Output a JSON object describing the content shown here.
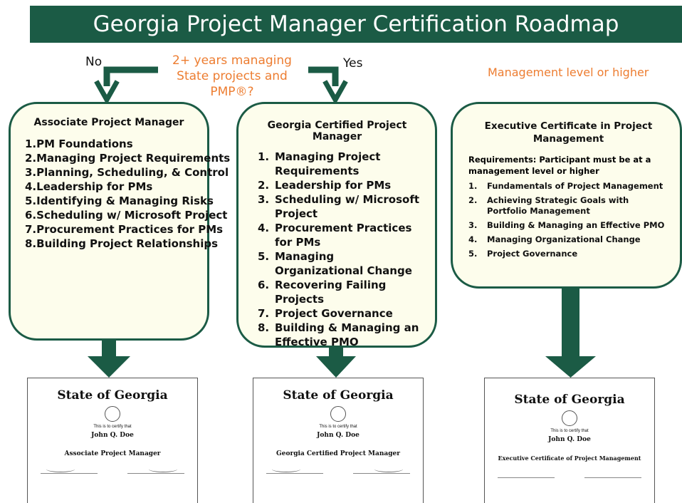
{
  "banner": {
    "title": "Georgia Project Manager Certification Roadmap"
  },
  "decision": {
    "question": "2+ years managing State projects and PMP®?",
    "no_label": "No",
    "yes_label": "Yes",
    "management_label": "Management level or higher"
  },
  "colors": {
    "green": "#1b5b45",
    "orange": "#ed7d31",
    "cream": "#fdfdec"
  },
  "boxes": [
    {
      "title": "Associate Project Manager",
      "items": [
        "1.PM Foundations",
        "2.Managing Project Requirements",
        "3.Planning, Scheduling, & Control",
        "4.Leadership for PMs",
        "5.Identifying & Managing Risks",
        "6.Scheduling w/ Microsoft Project",
        "7.Procurement Practices for PMs",
        "8.Building Project Relationships"
      ]
    },
    {
      "title": "Georgia Certified Project Manager",
      "items": [
        {
          "num": "1.",
          "text": "Managing Project Requirements"
        },
        {
          "num": "2.",
          "text": "Leadership for PMs"
        },
        {
          "num": "3.",
          "text": "Scheduling w/ Microsoft Project"
        },
        {
          "num": "4.",
          "text": "Procurement Practices for PMs"
        },
        {
          "num": "5.",
          "text": "Managing Organizational Change"
        },
        {
          "num": "6.",
          "text": "Recovering Failing Projects"
        },
        {
          "num": "7.",
          "text": "Project Governance"
        },
        {
          "num": "8.",
          "text": "Building & Managing an Effective PMO"
        }
      ]
    },
    {
      "title": "Executive Certificate in Project Management",
      "requirements": "Requirements: Participant must be at a management level or higher",
      "items": [
        {
          "num": "1.",
          "text": "Fundamentals of Project Management"
        },
        {
          "num": "2.",
          "text": "Achieving Strategic Goals with Portfolio Management"
        },
        {
          "num": "3.",
          "text": "Building & Managing an Effective PMO"
        },
        {
          "num": "4.",
          "text": "Managing Organizational Change"
        },
        {
          "num": "5.",
          "text": "Project Governance"
        }
      ]
    }
  ],
  "certificates": [
    {
      "state": "State of Georgia",
      "certify": "This is to certify that",
      "name": "John Q. Doe",
      "title": "Associate Project Manager"
    },
    {
      "state": "State of Georgia",
      "certify": "This is to certify that",
      "name": "John Q. Doe",
      "title": "Georgia Certified Project Manager"
    },
    {
      "state": "State of Georgia",
      "certify": "This is to certify that",
      "name": "John Q. Doe",
      "title": "Executive Certificate of Project Management"
    }
  ]
}
